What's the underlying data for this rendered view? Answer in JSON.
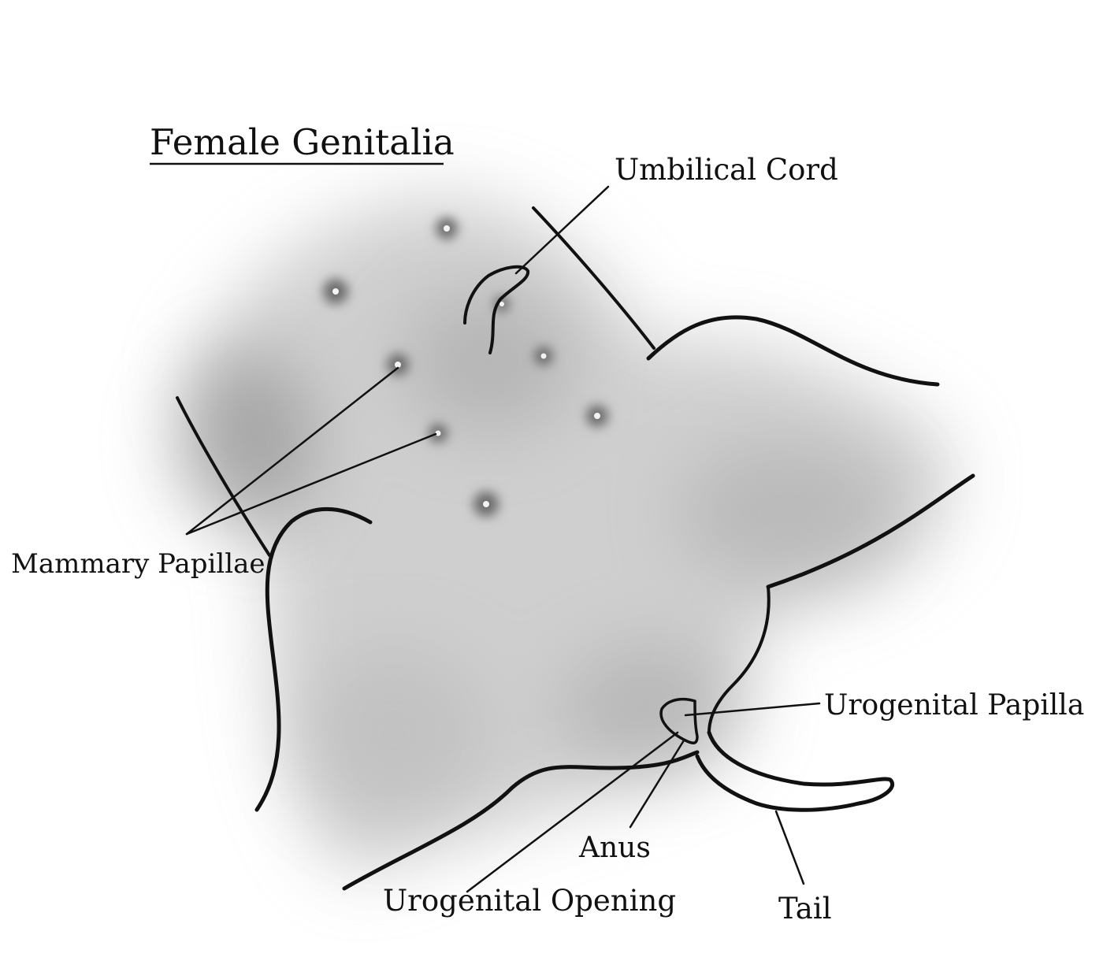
{
  "title": "Female Genitalia",
  "labels": {
    "umbilical_cord": "Umbilical Cord",
    "mammary_papillae": "Mammary Papillae",
    "urogenital_papilla": "Urogenital Papilla",
    "anus": "Anus",
    "urogenital_opening": "Urogenital Opening",
    "tail": "Tail"
  },
  "colors": {
    "ink": "#111111",
    "skin_shade": "#9a9a9a",
    "background": "#ffffff"
  }
}
